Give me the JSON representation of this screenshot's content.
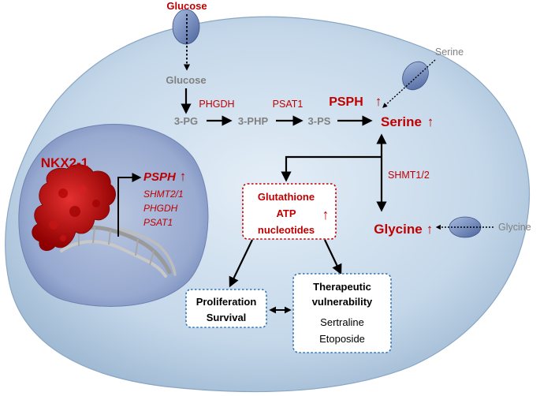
{
  "metabolites": {
    "glucose_outside": "Glucose",
    "glucose_inside": "Glucose",
    "pg": "3-PG",
    "php": "3-PHP",
    "ps": "3-PS",
    "serine": "Serine",
    "serine_outside": "Serine",
    "glycine": "Glycine",
    "glycine_outside": "Glycine"
  },
  "enzymes": {
    "phgdh": "PHGDH",
    "psat1": "PSAT1",
    "psph": "PSPH",
    "shmt": "SHMT1/2"
  },
  "nucleus": {
    "tf_label": "NKX2-1",
    "targets": [
      "PSPH",
      "SHMT2/1",
      "PHGDH",
      "PSAT1"
    ]
  },
  "products_box": {
    "lines": [
      "Glutathione",
      "ATP",
      "nucleotides"
    ]
  },
  "outcome_box": {
    "lines": [
      "Proliferation",
      "Survival"
    ]
  },
  "therapy_box": {
    "title_lines": [
      "Therapeutic",
      "vulnerability"
    ],
    "drugs": [
      "Sertraline",
      "Etoposide"
    ]
  },
  "up_arrow_glyph": "↑",
  "colors": {
    "red": "#c00000",
    "gray": "#808080",
    "blue_dotted": "#2e75b6",
    "cell": "#bcd2e6"
  }
}
